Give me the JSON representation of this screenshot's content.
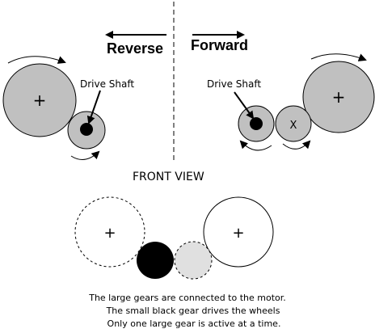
{
  "labels": {
    "reverse": "Reverse",
    "forward": "Forward",
    "drive_shaft_left": "Drive Shaft",
    "drive_shaft_right": "Drive Shaft",
    "front_view": "FRONT VIEW",
    "plus_mark": "+",
    "idler_mark": "X"
  },
  "caption": [
    "The large gears are connected to the motor.",
    "The small black gear drives the wheels",
    "Only one large gear is active at a time."
  ],
  "colors": {
    "gear_fill": "#c0c0c0",
    "light_gear_fill": "#e0e0e0",
    "black": "#000000",
    "background": "#ffffff"
  }
}
